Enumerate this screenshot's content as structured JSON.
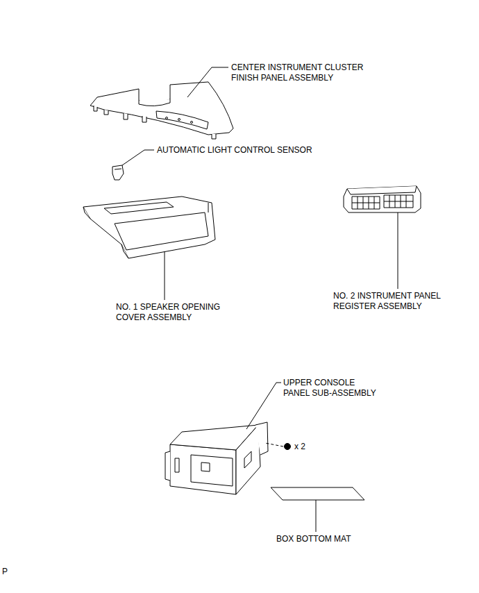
{
  "diagram": {
    "labels": [
      "CENTER INSTRUMENT CLUSTER FINISH PANEL ASSEMBLY",
      "AUTOMATIC LIGHT CONTROL SENSOR",
      "NO. 1 SPEAKER OPENING COVER ASSEMBLY",
      "NO. 2 INSTRUMENT PANEL REGISTER ASSEMBLY",
      "UPPER CONSOLE PANEL SUB-ASSEMBLY",
      "x 2",
      "BOX BOTTOM MAT",
      "P"
    ]
  }
}
